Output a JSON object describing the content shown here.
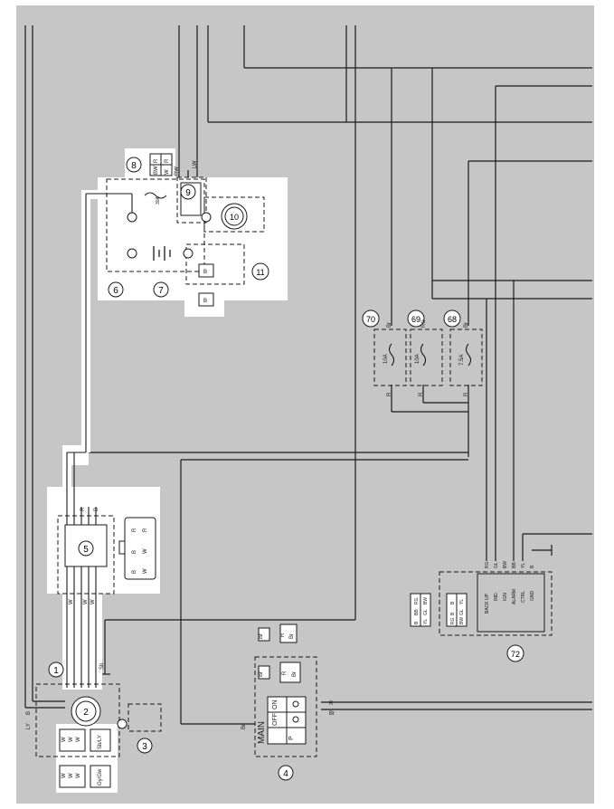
{
  "colors": {
    "background": "#c6c6c6",
    "page": "#ffffff",
    "wire": "#1a1a1a",
    "harness_white": "#ffffff",
    "dashed_box": "#1a1a1a"
  },
  "components": {
    "c1": {
      "num": "1"
    },
    "c2": {
      "num": "2"
    },
    "c3": {
      "num": "3"
    },
    "c4": {
      "num": "4"
    },
    "c5": {
      "num": "5"
    },
    "c6": {
      "num": "6"
    },
    "c7": {
      "num": "7"
    },
    "c8": {
      "num": "8"
    },
    "c9": {
      "num": "9"
    },
    "c10": {
      "num": "10"
    },
    "c11": {
      "num": "11"
    },
    "c68": {
      "num": "68"
    },
    "c69": {
      "num": "69"
    },
    "c70": {
      "num": "70"
    },
    "c72": {
      "num": "72"
    }
  },
  "fuses": {
    "f70": {
      "rating": "10A",
      "top_wire": "Br",
      "bottom_wire": "R"
    },
    "f69": {
      "rating": "10A",
      "top_wire": "RG",
      "bottom_wire": "R"
    },
    "f68": {
      "rating": "7.5A",
      "top_wire": "Br",
      "bottom_wire": "R"
    }
  },
  "main_switch": {
    "title": "MAIN",
    "positions": [
      "ON",
      "OFF",
      "P"
    ],
    "wires": [
      "R",
      "Br"
    ]
  },
  "module72": {
    "pins": [
      "BACK UP",
      "IND.",
      "IGN",
      "ALARM",
      "CTRL",
      "GND"
    ],
    "wires": [
      "RG",
      "GL",
      "BW",
      "BB",
      "YL",
      "B"
    ],
    "connector_rows": [
      [
        "B",
        "BB",
        "RG"
      ],
      [
        "YL",
        "GL",
        "BW"
      ]
    ],
    "connector_rows_b": [
      [
        "RG",
        "B",
        "B"
      ],
      [
        "BW",
        "GL",
        "YL"
      ]
    ]
  },
  "connectors": {
    "c8_rows": [
      [
        "R",
        "R"
      ],
      [
        "BW",
        "W"
      ]
    ],
    "c5_pins": [
      [
        "R",
        "R"
      ],
      [
        "B",
        "W"
      ],
      [
        "B",
        "W"
      ]
    ],
    "c11_top": "B",
    "c11_bottom": "B",
    "c4_small": [
      "R",
      "Br"
    ],
    "c4_large": [
      "R",
      "Br"
    ],
    "c4_caps": [
      "Br",
      "Br"
    ],
    "c1_conn_a": [
      "W",
      "W",
      "W"
    ],
    "c1_conn_a_tag": "Sb/LY",
    "c1_conn_b": [
      "W",
      "W",
      "W"
    ],
    "c1_conn_b_tag": "Gy/Gw"
  },
  "wire_labels": {
    "rw": "RW",
    "lw": "LW",
    "w_main": [
      "W",
      "W",
      "W"
    ],
    "sb": "Sb",
    "b_ground": "B",
    "r_label": "R",
    "b_label": "B",
    "ly": "LY",
    "br_bottom": "Br",
    "ign_amp": "30A"
  }
}
